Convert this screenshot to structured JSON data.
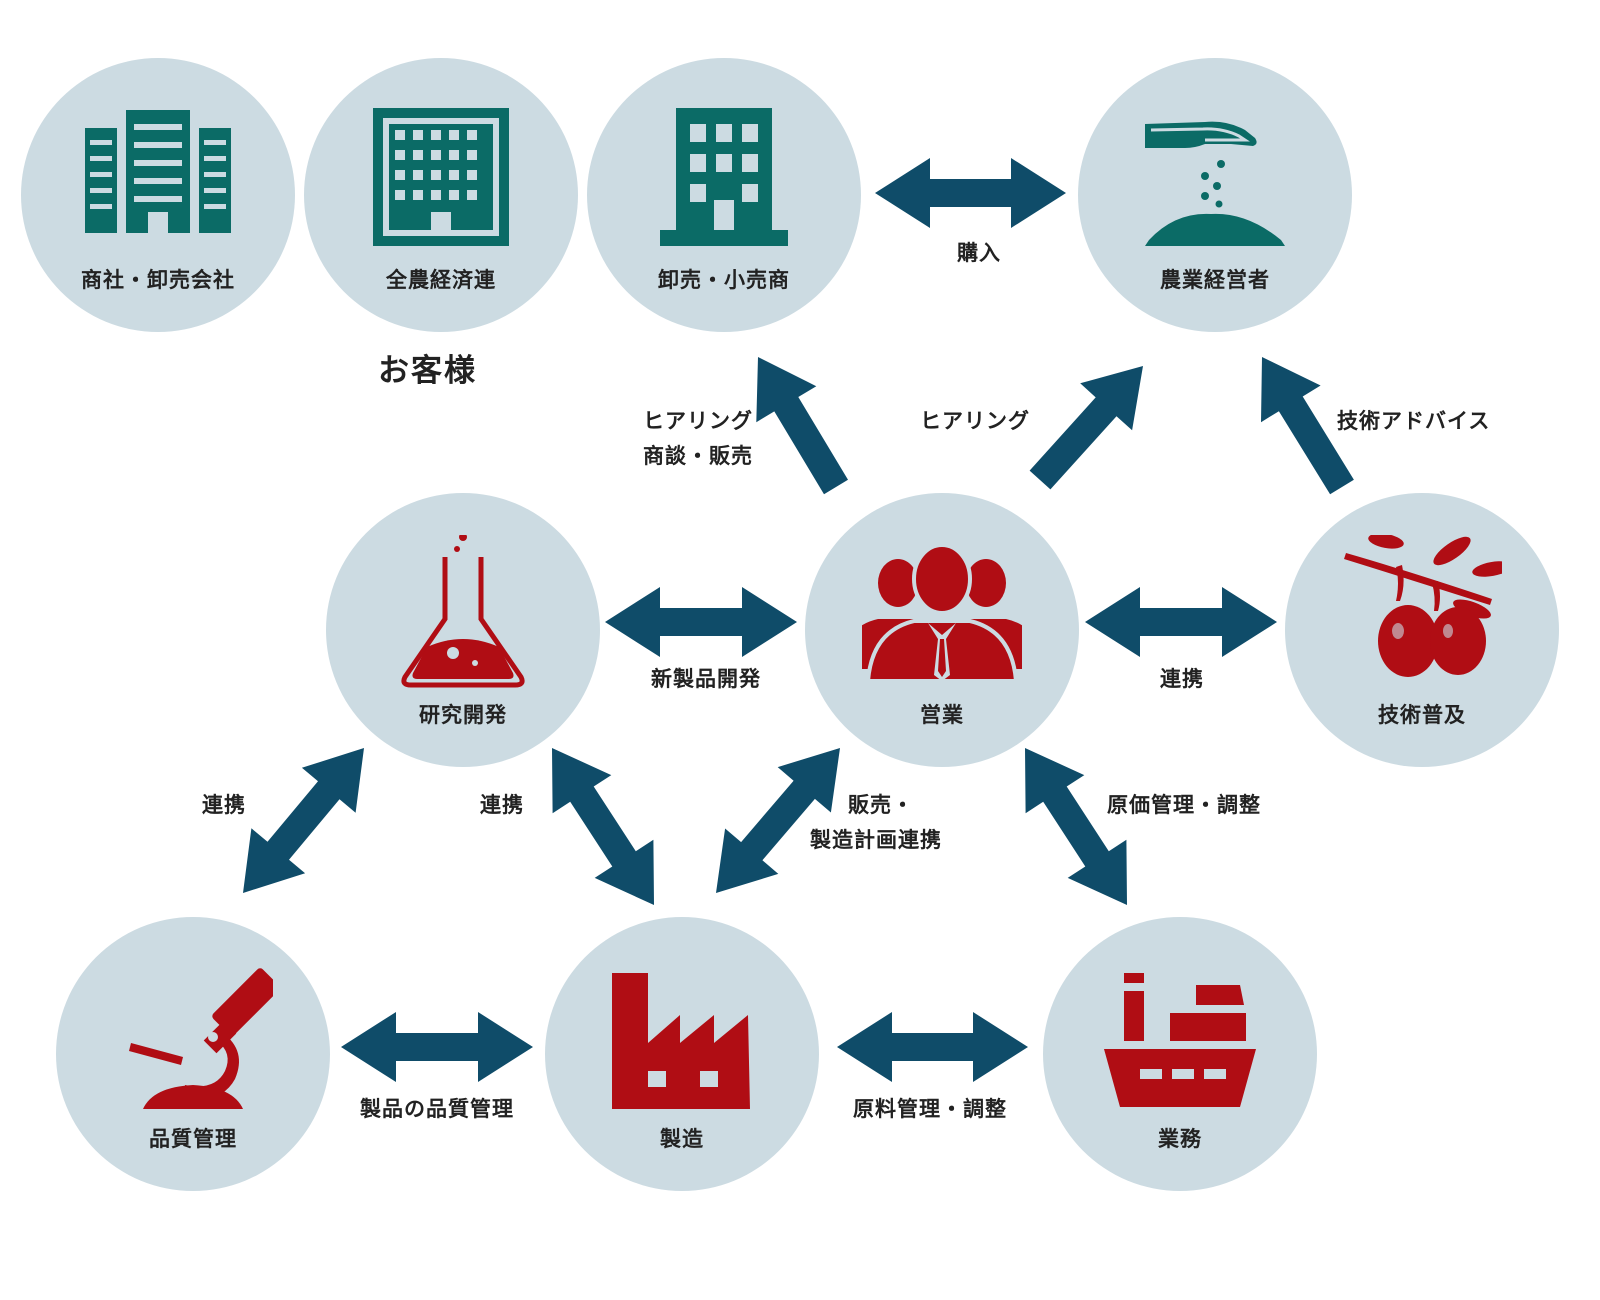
{
  "colors": {
    "circle": "#ccdbe2",
    "arrow": "#0f4c69",
    "customer_icon": "#0b6b66",
    "internal_icon": "#b00d14",
    "text": "#222222"
  },
  "customers_group_label": "お客様",
  "nodes": {
    "trading": {
      "label": "商社・卸売会社",
      "icon": "office-buildings-icon"
    },
    "zennoh": {
      "label": "全農経済連",
      "icon": "office-building-icon"
    },
    "retail": {
      "label": "卸売・小売商",
      "icon": "tower-building-icon"
    },
    "farmer": {
      "label": "農業経営者",
      "icon": "hand-sowing-icon"
    },
    "rnd": {
      "label": "研究開発",
      "icon": "flask-icon"
    },
    "sales": {
      "label": "営業",
      "icon": "people-group-icon"
    },
    "extension": {
      "label": "技術普及",
      "icon": "olive-branch-icon"
    },
    "qc": {
      "label": "品質管理",
      "icon": "microscope-icon"
    },
    "mfg": {
      "label": "製造",
      "icon": "factory-icon"
    },
    "ops": {
      "label": "業務",
      "icon": "ship-icon"
    }
  },
  "edges": {
    "purchase": "購入",
    "hearing_sales_line1": "ヒアリング",
    "hearing_sales_line2": "商談・販売",
    "hearing": "ヒアリング",
    "tech_advice": "技術アドバイス",
    "new_product": "新製品開発",
    "collab_ext": "連携",
    "collab_qc": "連携",
    "collab_mfg": "連携",
    "sales_plan_line1": "販売・",
    "sales_plan_line2": "製造計画連携",
    "cost_mgmt": "原価管理・調整",
    "product_qc": "製品の品質管理",
    "material_mgmt": "原料管理・調整"
  }
}
